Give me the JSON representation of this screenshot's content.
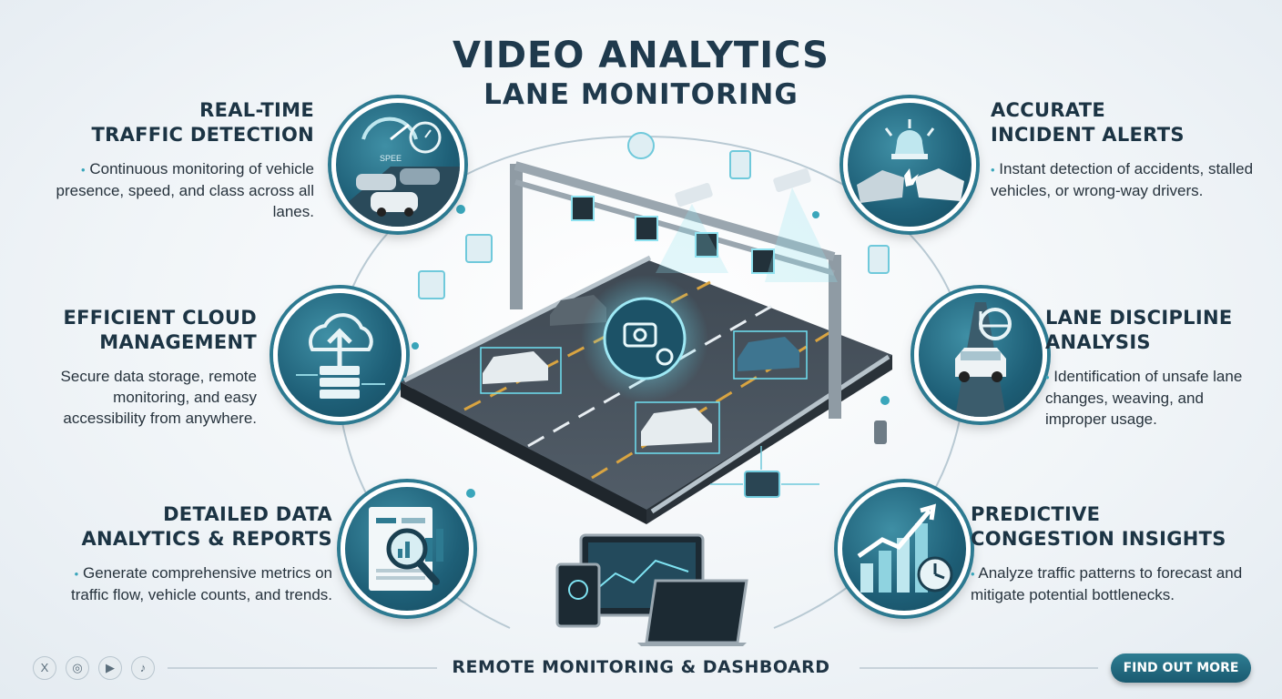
{
  "header": {
    "title_line1": "VIDEO ANALYTICS",
    "title_line2": "LANE MONITORING"
  },
  "features": [
    {
      "id": "real-time-traffic-detection",
      "title_line1": "REAL-TIME",
      "title_line2": "TRAFFIC DETECTION",
      "bullet": "•",
      "description": "Continuous monitoring of vehicle presence, speed, and class across all lanes.",
      "icon": "speedometer-cars-icon",
      "icon_text": "SPEE"
    },
    {
      "id": "efficient-cloud-management",
      "title_line1": "EFFICIENT CLOUD",
      "title_line2": "MANAGEMENT",
      "description": "Secure data storage, remote monitoring, and easy accessibility from anywhere.",
      "icon": "cloud-upload-icon"
    },
    {
      "id": "detailed-data-analytics",
      "title_line1": "DETAILED DATA",
      "title_line2": "ANALYTICS & REPORTS",
      "bullet": "•",
      "description": "Generate comprehensive metrics on traffic flow, vehicle counts, and trends.",
      "icon": "report-magnifier-icon"
    },
    {
      "id": "accurate-incident-alerts",
      "title_line1": "ACCURATE",
      "title_line2": "INCIDENT ALERTS",
      "bullet": "•",
      "description": "Instant detection of accidents, stalled vehicles, or wrong-way drivers.",
      "icon": "siren-crash-icon"
    },
    {
      "id": "lane-discipline-analysis",
      "title_line1": "LANE DISCIPLINE",
      "title_line2": "ANALYSIS",
      "bullet": "•",
      "description": "Identification of unsafe lane changes, weaving, and improper usage.",
      "icon": "steering-wheel-car-icon"
    },
    {
      "id": "predictive-congestion-insights",
      "title_line1": "PREDICTIVE",
      "title_line2": "CONGESTION INSIGHTS",
      "bullet": "•",
      "description": "Analyze traffic patterns to forecast and mitigate potential bottlenecks.",
      "icon": "rising-chart-clock-icon"
    }
  ],
  "footer": {
    "label": "REMOTE MONITORING & DASHBOARD",
    "cta_label": "FIND OUT MORE",
    "social": [
      {
        "icon": "x-icon",
        "glyph": "X"
      },
      {
        "icon": "instagram-icon",
        "glyph": "◎"
      },
      {
        "icon": "youtube-icon",
        "glyph": "▶"
      },
      {
        "icon": "tiktok-icon",
        "glyph": "♪"
      }
    ]
  },
  "colors": {
    "accent": "#2e7d92",
    "dark": "#1c3444",
    "glow": "#4fd0e6",
    "road": "#4a5560"
  }
}
